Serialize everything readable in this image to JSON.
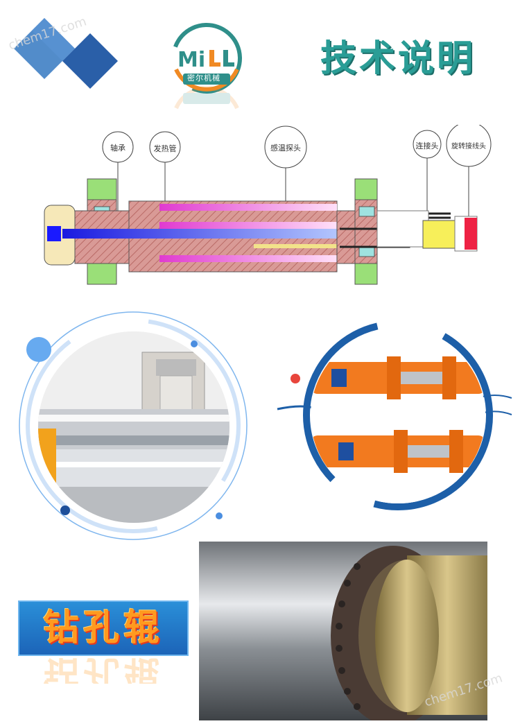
{
  "header": {
    "watermark": "chem17.com",
    "logo_text": "MiLL",
    "logo_sub": "密尔机械",
    "title": "技术说明"
  },
  "diagram": {
    "labels": {
      "bearing": "轴承",
      "heating_tube": "发热管",
      "temp_probe": "感温探头",
      "connector": "连接头",
      "rotary_joint": "旋转接线头"
    }
  },
  "banner": {
    "text": "钻孔辊"
  },
  "footer": {
    "watermark": "chem17.com"
  },
  "colors": {
    "teal": "#2a9d96",
    "roller_red": "#c97b78",
    "heater_magenta": "#e640c8",
    "shaft_blue": "#2a2ad8",
    "flange_green": "#8fd46a",
    "probe_yellow": "#f2e28a",
    "ring_blue": "#1d5fa8",
    "coupling_orange": "#f27a1f"
  }
}
